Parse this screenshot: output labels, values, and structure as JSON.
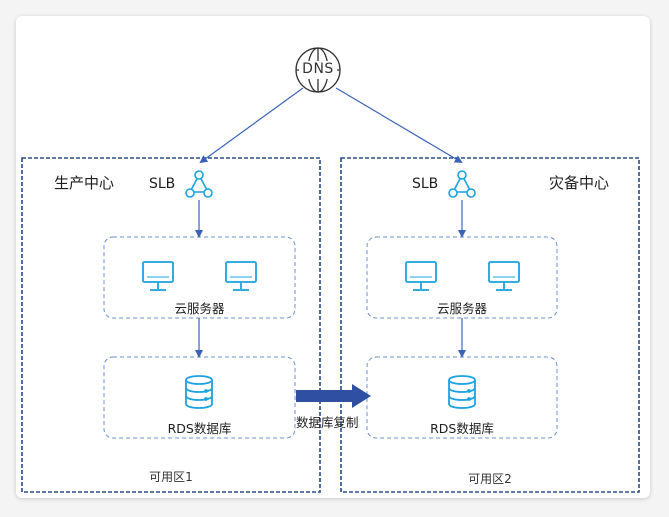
{
  "dns": {
    "label": "DNS"
  },
  "zones": [
    {
      "title": "生产中心",
      "slb_label": "SLB",
      "server_group_label": "云服务器",
      "db_label": "RDS数据库",
      "az_label": "可用区1"
    },
    {
      "title": "灾备中心",
      "slb_label": "SLB",
      "server_group_label": "云服务器",
      "db_label": "RDS数据库",
      "az_label": "可用区2"
    }
  ],
  "replication": {
    "label": "数据库复制"
  },
  "colors": {
    "zone_border": "#2b4a8a",
    "inner_border": "#6b8fd6",
    "icon": "#1aa3e0",
    "arrow": "#3a63b8",
    "replication_arrow": "#2f4fa3"
  }
}
